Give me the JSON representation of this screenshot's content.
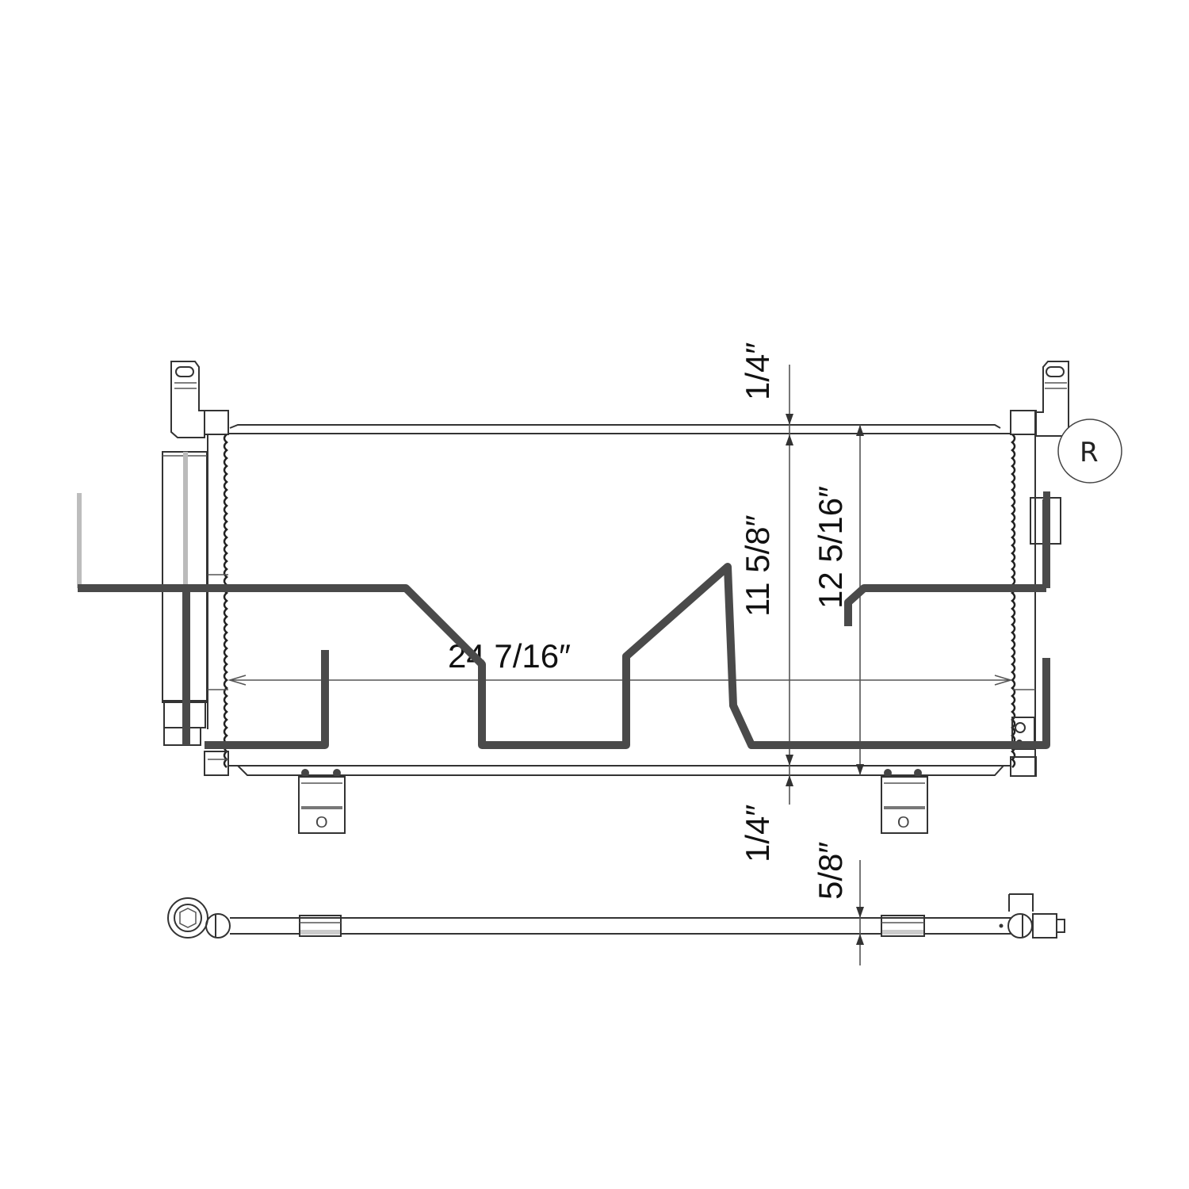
{
  "drawing": {
    "subject": "A/C condenser technical drawing",
    "views": [
      "front-view",
      "bottom-view"
    ],
    "colors": {
      "line": "#333333",
      "watermark": "#4a4a4a",
      "background": "#ffffff"
    }
  },
  "dimensions": {
    "top_offset": "1/4″",
    "core_height": "11 5/8″",
    "overall_height": "12 5/16″",
    "core_width": "24 7/16″",
    "bottom_offset": "1/4″",
    "thickness": "5/8″"
  },
  "bracket_labels": {
    "left": "O",
    "right": "O"
  },
  "trademark": "R"
}
